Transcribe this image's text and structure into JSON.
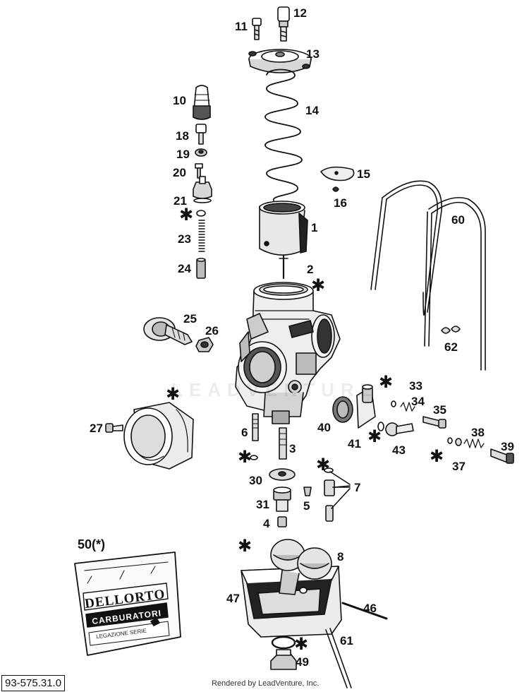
{
  "diagram": {
    "doc_number": "93-575.31.0",
    "credit": "Rendered by LeadVenture, Inc.",
    "watermark": "LEADVENTURE",
    "bag_label": "50(*)",
    "bag_brand": "DELLORTO",
    "bag_sub": "CARBURATORI",
    "bag_small": "LEGAZIONE SERIE",
    "asterisk_symbol": "✱",
    "parts": [
      {
        "n": "11"
      },
      {
        "n": "12"
      },
      {
        "n": "13"
      },
      {
        "n": "10"
      },
      {
        "n": "14"
      },
      {
        "n": "18"
      },
      {
        "n": "19"
      },
      {
        "n": "20"
      },
      {
        "n": "15"
      },
      {
        "n": "21"
      },
      {
        "n": "16"
      },
      {
        "n": "1"
      },
      {
        "n": "60"
      },
      {
        "n": "23"
      },
      {
        "n": "24"
      },
      {
        "n": "2"
      },
      {
        "n": "25"
      },
      {
        "n": "26"
      },
      {
        "n": "62"
      },
      {
        "n": "33"
      },
      {
        "n": "34"
      },
      {
        "n": "35"
      },
      {
        "n": "40"
      },
      {
        "n": "41"
      },
      {
        "n": "43"
      },
      {
        "n": "38"
      },
      {
        "n": "39"
      },
      {
        "n": "37"
      },
      {
        "n": "27"
      },
      {
        "n": "6"
      },
      {
        "n": "3"
      },
      {
        "n": "30"
      },
      {
        "n": "7"
      },
      {
        "n": "31"
      },
      {
        "n": "5"
      },
      {
        "n": "4"
      },
      {
        "n": "8"
      },
      {
        "n": "47"
      },
      {
        "n": "46"
      },
      {
        "n": "61"
      },
      {
        "n": "49"
      }
    ]
  }
}
